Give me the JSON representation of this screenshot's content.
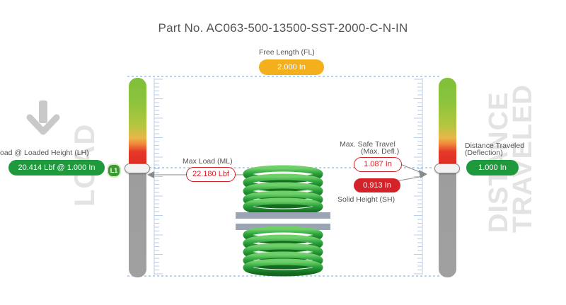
{
  "title": "Part No. AC063-500-13500-SST-2000-C-N-IN",
  "free_length": {
    "label": "Free Length (FL)",
    "value": "2.000 In"
  },
  "load_height": {
    "label": "oad @ Loaded Height (LH)",
    "value": "20.414 Lbf @ 1.000 In",
    "badge": "L1"
  },
  "max_load": {
    "label": "Max Load (ML)",
    "value": "22.180 Lbf"
  },
  "max_safe_travel": {
    "label": "Max. Safe Travel",
    "sublabel": "(Max. Defl.)",
    "value": "1.087 In"
  },
  "solid_height": {
    "label": "Solid Height (SH)",
    "value": "0.913 In"
  },
  "distance_traveled": {
    "label": "Distance Traveled",
    "sublabel": "(Deflection)",
    "value": "1.000 In"
  },
  "side_labels": {
    "left": "LOAD",
    "right_line1": "DISTANCE",
    "right_line2": "TRAVELED"
  },
  "colors": {
    "green": "#1e9a3c",
    "orange": "#f3b01c",
    "red": "#d4222a",
    "guide_blue": "#8fb5e3",
    "spring_green": "#2aa03a"
  },
  "icons": [
    "down-arrow-icon"
  ]
}
